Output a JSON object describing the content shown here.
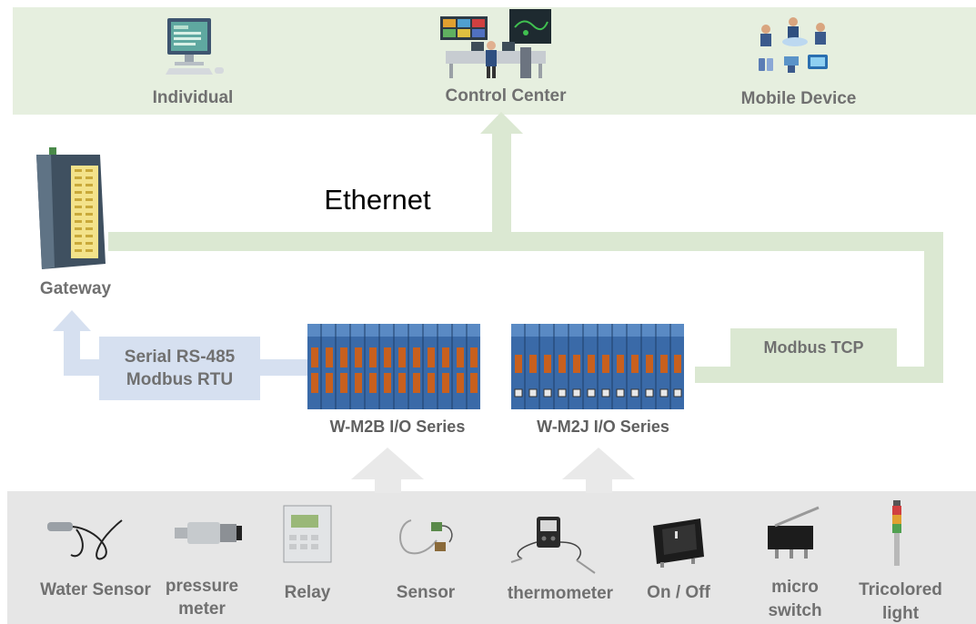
{
  "top_row": [
    {
      "label": "Individual",
      "icon": "desktop-computer-icon"
    },
    {
      "label": "Control Center",
      "icon": "control-room-icon"
    },
    {
      "label": "Mobile Device",
      "icon": "people-devices-icon"
    }
  ],
  "network": {
    "ethernet_label": "Ethernet",
    "gateway_label": "Gateway",
    "serial_line1": "Serial RS-485",
    "serial_line2": "Modbus RTU",
    "modbus_tcp_label": "Modbus TCP",
    "io_series": [
      {
        "label": "W-M2B I/O Series"
      },
      {
        "label": "W-M2J I/O Series"
      }
    ]
  },
  "devices": [
    {
      "line1": "Water Sensor",
      "line2": "",
      "icon": "water-sensor-icon"
    },
    {
      "line1": "pressure",
      "line2": "meter",
      "icon": "pressure-meter-icon"
    },
    {
      "line1": "Relay",
      "line2": "",
      "icon": "relay-icon"
    },
    {
      "line1": "Sensor",
      "line2": "",
      "icon": "sensor-icon"
    },
    {
      "line1": "thermometer",
      "line2": "",
      "icon": "thermometer-icon"
    },
    {
      "line1": "On / Off",
      "line2": "",
      "icon": "rocker-switch-icon"
    },
    {
      "line1": "micro",
      "line2": "switch",
      "icon": "micro-switch-icon"
    },
    {
      "line1": "Tricolored",
      "line2": "light",
      "icon": "tower-light-icon"
    }
  ],
  "colors": {
    "green_arrow": "#dbe8d2",
    "blue_arrow": "#d6e0f0",
    "grey_arrow": "#e9e9e9",
    "module_blue": "#3a6aa8",
    "terminal_orange": "#c8601e"
  }
}
